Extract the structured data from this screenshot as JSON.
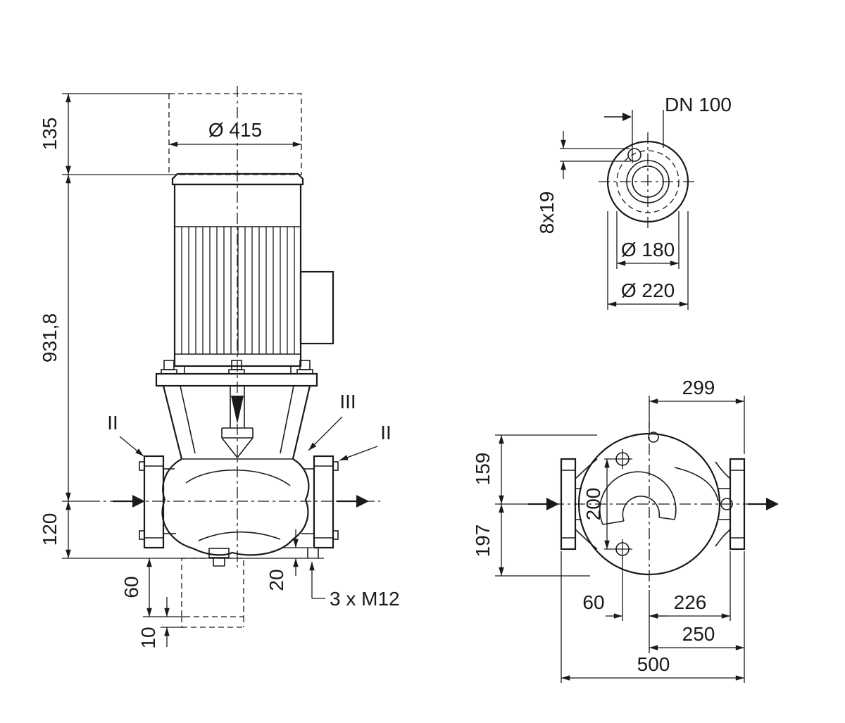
{
  "colors": {
    "background": "#ffffff",
    "line": "#1a1a1a"
  },
  "side_view": {
    "dim_135": "135",
    "dim_415": "Ø 415",
    "dim_931_8": "931,8",
    "dim_120": "120",
    "dim_60": "60",
    "dim_20": "20",
    "dim_10": "10",
    "anchor_bolts": "3 x M12",
    "section_left": "II",
    "section_mid": "III",
    "section_right": "II"
  },
  "flange_view": {
    "nominal_diameter": "DN 100",
    "bolt_holes": "8x19",
    "bolt_circle": "Ø 180",
    "outer_diameter": "Ø 220"
  },
  "top_view": {
    "dim_299": "299",
    "dim_159": "159",
    "dim_197": "197",
    "dim_200": "200",
    "dim_60": "60",
    "dim_226": "226",
    "dim_250": "250",
    "dim_500": "500"
  }
}
